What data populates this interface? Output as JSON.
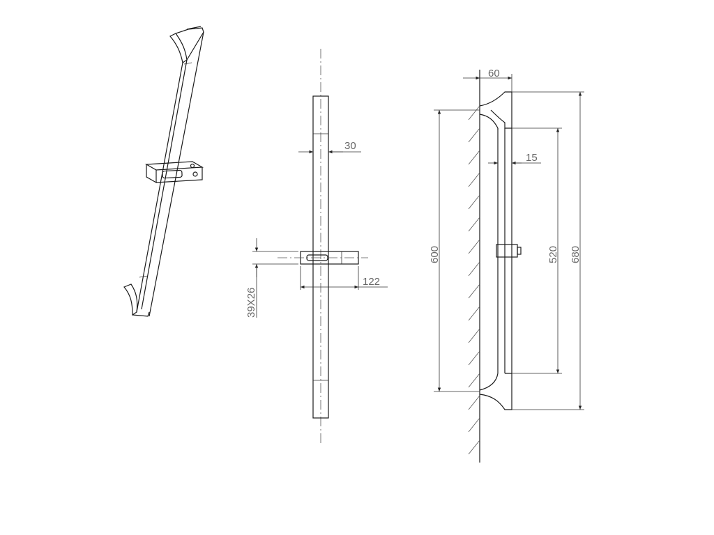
{
  "dimensions": {
    "bar_width": "30",
    "holder_length": "122",
    "holder_section": "39X26",
    "wall_offset": "60",
    "rail_depth": "15",
    "overall_height": "680",
    "rail_length": "520",
    "bracket_spacing": "600"
  },
  "colors": {
    "line": "#1a1a1a",
    "dimension_text": "#666666"
  }
}
